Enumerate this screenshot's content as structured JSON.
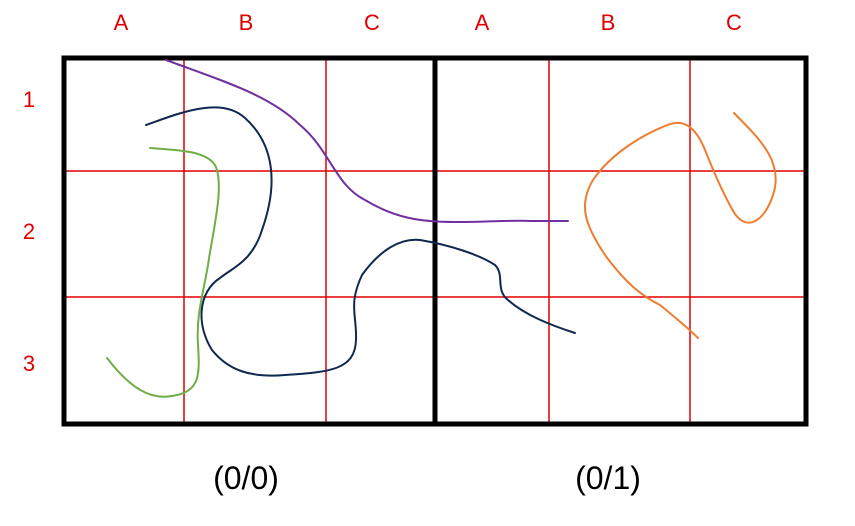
{
  "column_labels": [
    "A",
    "B",
    "C",
    "A",
    "B",
    "C"
  ],
  "row_labels": [
    "1",
    "2",
    "3"
  ],
  "panels": [
    {
      "caption": "(0/0)"
    },
    {
      "caption": "(0/1)"
    }
  ],
  "colors": {
    "labels": "#e00000",
    "grid": "#e00000",
    "border": "#000000",
    "curve_purple": "#7030a0",
    "curve_navy": "#0f2850",
    "curve_green": "#70ad47",
    "curve_orange": "#ed7d31"
  },
  "curves": [
    {
      "name": "curve-purple",
      "color": "purple"
    },
    {
      "name": "curve-navy",
      "color": "navy"
    },
    {
      "name": "curve-green",
      "color": "green"
    },
    {
      "name": "curve-orange",
      "color": "orange"
    }
  ]
}
